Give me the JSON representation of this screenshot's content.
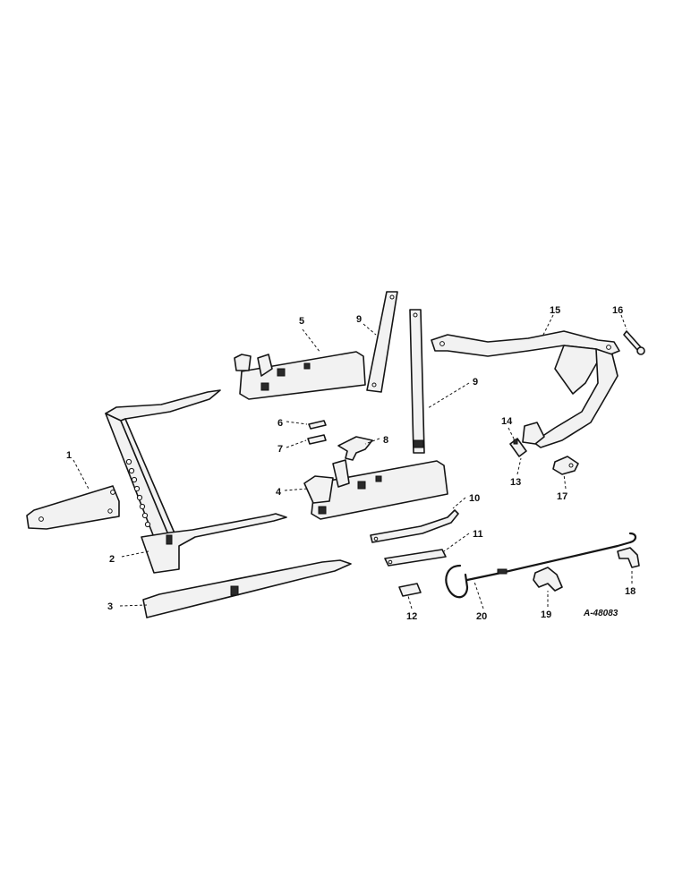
{
  "reference_code": "A-48083",
  "callouts": [
    {
      "id": "c1",
      "text": "1"
    },
    {
      "id": "c2",
      "text": "2"
    },
    {
      "id": "c3",
      "text": "3"
    },
    {
      "id": "c4",
      "text": "4"
    },
    {
      "id": "c5",
      "text": "5"
    },
    {
      "id": "c6",
      "text": "6"
    },
    {
      "id": "c7",
      "text": "7"
    },
    {
      "id": "c8",
      "text": "8"
    },
    {
      "id": "c9a",
      "text": "9"
    },
    {
      "id": "c9b",
      "text": "9"
    },
    {
      "id": "c10",
      "text": "10"
    },
    {
      "id": "c11",
      "text": "11"
    },
    {
      "id": "c12",
      "text": "12"
    },
    {
      "id": "c13",
      "text": "13"
    },
    {
      "id": "c14",
      "text": "14"
    },
    {
      "id": "c15",
      "text": "15"
    },
    {
      "id": "c16",
      "text": "16"
    },
    {
      "id": "c17",
      "text": "17"
    },
    {
      "id": "c18",
      "text": "18"
    },
    {
      "id": "c19",
      "text": "19"
    },
    {
      "id": "c20",
      "text": "20"
    }
  ]
}
